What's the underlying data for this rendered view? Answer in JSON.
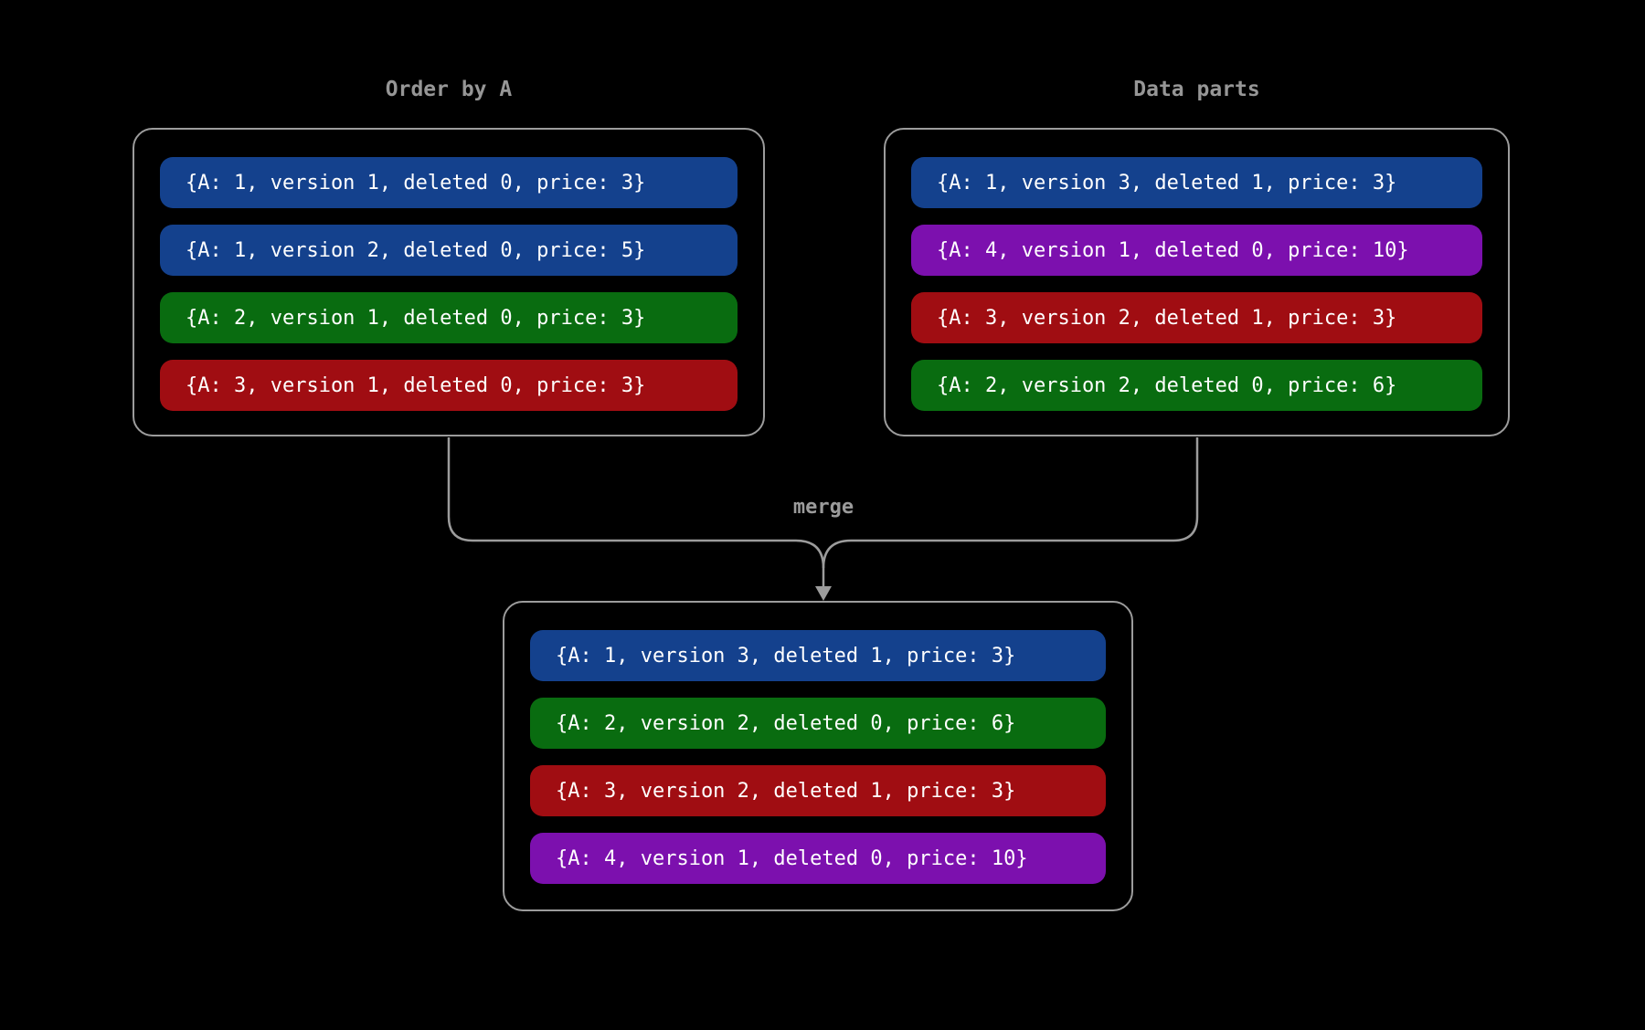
{
  "palette": {
    "background": "#000000",
    "line_gray": "#9c9c9c",
    "title_gray": "#969696",
    "row_text": "#ffffff",
    "blue": "#14418d",
    "green": "#096c10",
    "red": "#a00d12",
    "purple": "#7c10ae"
  },
  "merge_label": "merge",
  "boxes": {
    "order_by_a": {
      "title": "Order by A",
      "rows": [
        {
          "color_name": "blue",
          "color": "#14418d",
          "text": "{A: 1, version 1, deleted 0, price: 3}"
        },
        {
          "color_name": "blue",
          "color": "#14418d",
          "text": "{A: 1, version 2, deleted 0, price: 5}"
        },
        {
          "color_name": "green",
          "color": "#096c10",
          "text": "{A: 2, version 1, deleted 0, price: 3}"
        },
        {
          "color_name": "red",
          "color": "#a00d12",
          "text": "{A: 3, version 1, deleted 0, price: 3}"
        }
      ]
    },
    "data_parts": {
      "title": "Data parts",
      "rows": [
        {
          "color_name": "blue",
          "color": "#14418d",
          "text": "{A: 1, version 3, deleted 1, price: 3}"
        },
        {
          "color_name": "purple",
          "color": "#7c10ae",
          "text": "{A: 4, version 1, deleted 0, price: 10}"
        },
        {
          "color_name": "red",
          "color": "#a00d12",
          "text": "{A: 3, version 2, deleted 1, price: 3}"
        },
        {
          "color_name": "green",
          "color": "#096c10",
          "text": "{A: 2, version 2, deleted 0, price: 6}"
        }
      ]
    },
    "merged": {
      "rows": [
        {
          "color_name": "blue",
          "color": "#14418d",
          "text": "{A: 1, version 3, deleted 1, price: 3}"
        },
        {
          "color_name": "green",
          "color": "#096c10",
          "text": "{A: 2, version 2, deleted 0, price: 6}"
        },
        {
          "color_name": "red",
          "color": "#a00d12",
          "text": "{A: 3, version 2, deleted 1, price: 3}"
        },
        {
          "color_name": "purple",
          "color": "#7c10ae",
          "text": "{A: 4, version 1, deleted 0, price: 10}"
        }
      ]
    }
  }
}
